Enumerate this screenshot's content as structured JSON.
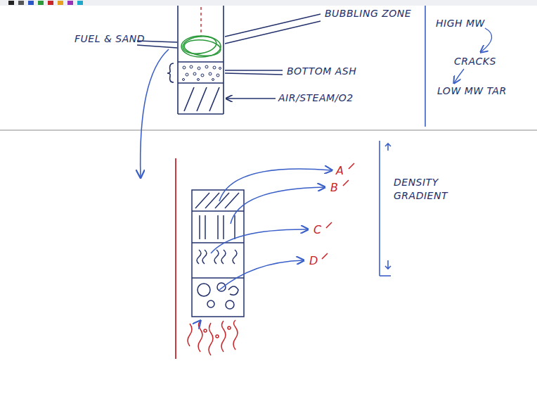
{
  "diagram": {
    "labels": [
      "BUBBLING ZONE",
      "FUEL & SAND",
      "BOTTOM ASH",
      "AIR/STEAM/O2",
      "HIGH MW",
      "CRACKS",
      "LOW MW TAR",
      "A",
      "B",
      "C",
      "D",
      "DENSITY GRADIENT"
    ]
  }
}
